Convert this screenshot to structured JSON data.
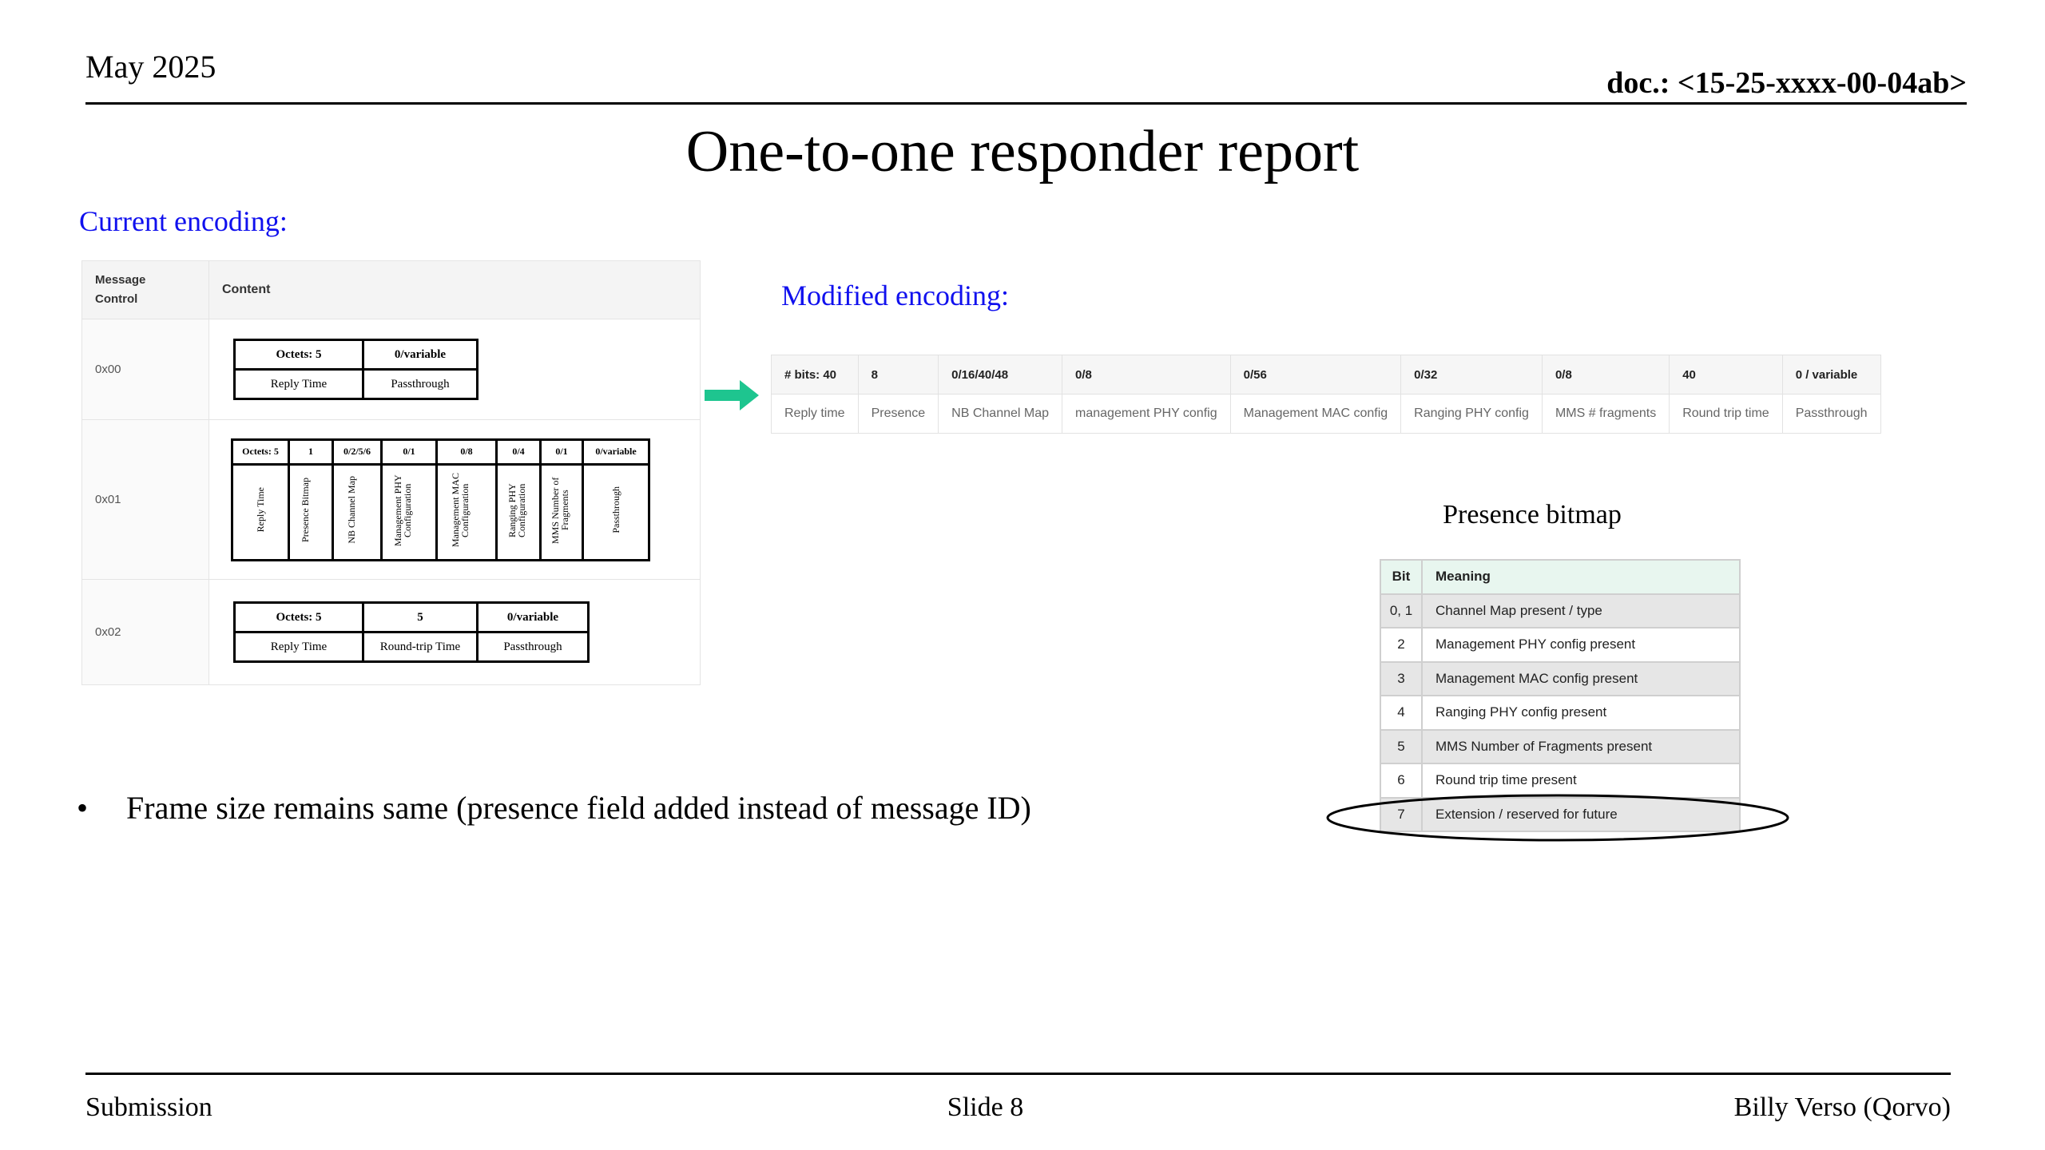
{
  "header": {
    "date": "May 2025",
    "doc": "doc.: <15-25-xxxx-00-04ab>"
  },
  "title": "One-to-one responder report",
  "current": {
    "label": "Current encoding:",
    "col_headers": [
      "Message\nControl",
      "Content"
    ],
    "rows": [
      {
        "code": "0x00",
        "octets": [
          "Octets: 5",
          "0/variable"
        ],
        "fields": [
          "Reply Time",
          "Passthrough"
        ]
      },
      {
        "code": "0x01",
        "octets": [
          "Octets: 5",
          "1",
          "0/2/5/6",
          "0/1",
          "0/8",
          "0/4",
          "0/1",
          "0/variable"
        ],
        "fields": [
          "Reply Time",
          "Presence Bitmap",
          "NB Channel Map",
          "Management PHY Configuration",
          "Management MAC Configuration",
          "Ranging PHY Configuration",
          "MMS Number of Fragments",
          "Passthrough"
        ]
      },
      {
        "code": "0x02",
        "octets": [
          "Octets: 5",
          "5",
          "0/variable"
        ],
        "fields": [
          "Reply Time",
          "Round-trip Time",
          "Passthrough"
        ]
      }
    ]
  },
  "modified": {
    "label": "Modified encoding:",
    "bits": [
      "# bits: 40",
      "8",
      "0/16/40/48",
      "0/8",
      "0/56",
      "0/32",
      "0/8",
      "40",
      "0 / variable"
    ],
    "names": [
      "Reply time",
      "Presence",
      "NB Channel Map",
      "management PHY config",
      "Management MAC config",
      "Ranging PHY config",
      "MMS # fragments",
      "Round trip time",
      "Passthrough"
    ]
  },
  "presence_bitmap": {
    "title": "Presence bitmap",
    "headers": [
      "Bit",
      "Meaning"
    ],
    "rows": [
      {
        "bit": "0, 1",
        "meaning": "Channel Map present / type"
      },
      {
        "bit": "2",
        "meaning": "Management PHY config present"
      },
      {
        "bit": "3",
        "meaning": "Management MAC config present"
      },
      {
        "bit": "4",
        "meaning": "Ranging PHY config present"
      },
      {
        "bit": "5",
        "meaning": "MMS Number of Fragments present"
      },
      {
        "bit": "6",
        "meaning": "Round trip time present"
      },
      {
        "bit": "7",
        "meaning": "Extension / reserved for future"
      }
    ]
  },
  "bullet": "Frame size remains same (presence field added instead of message ID)",
  "footer": {
    "left": "Submission",
    "center": "Slide 8",
    "right": "Billy Verso (Qorvo)"
  },
  "colors": {
    "accent_blue": "#1010ee",
    "arrow_green": "#1ec58f",
    "pb_header": "#e8f6ef"
  }
}
